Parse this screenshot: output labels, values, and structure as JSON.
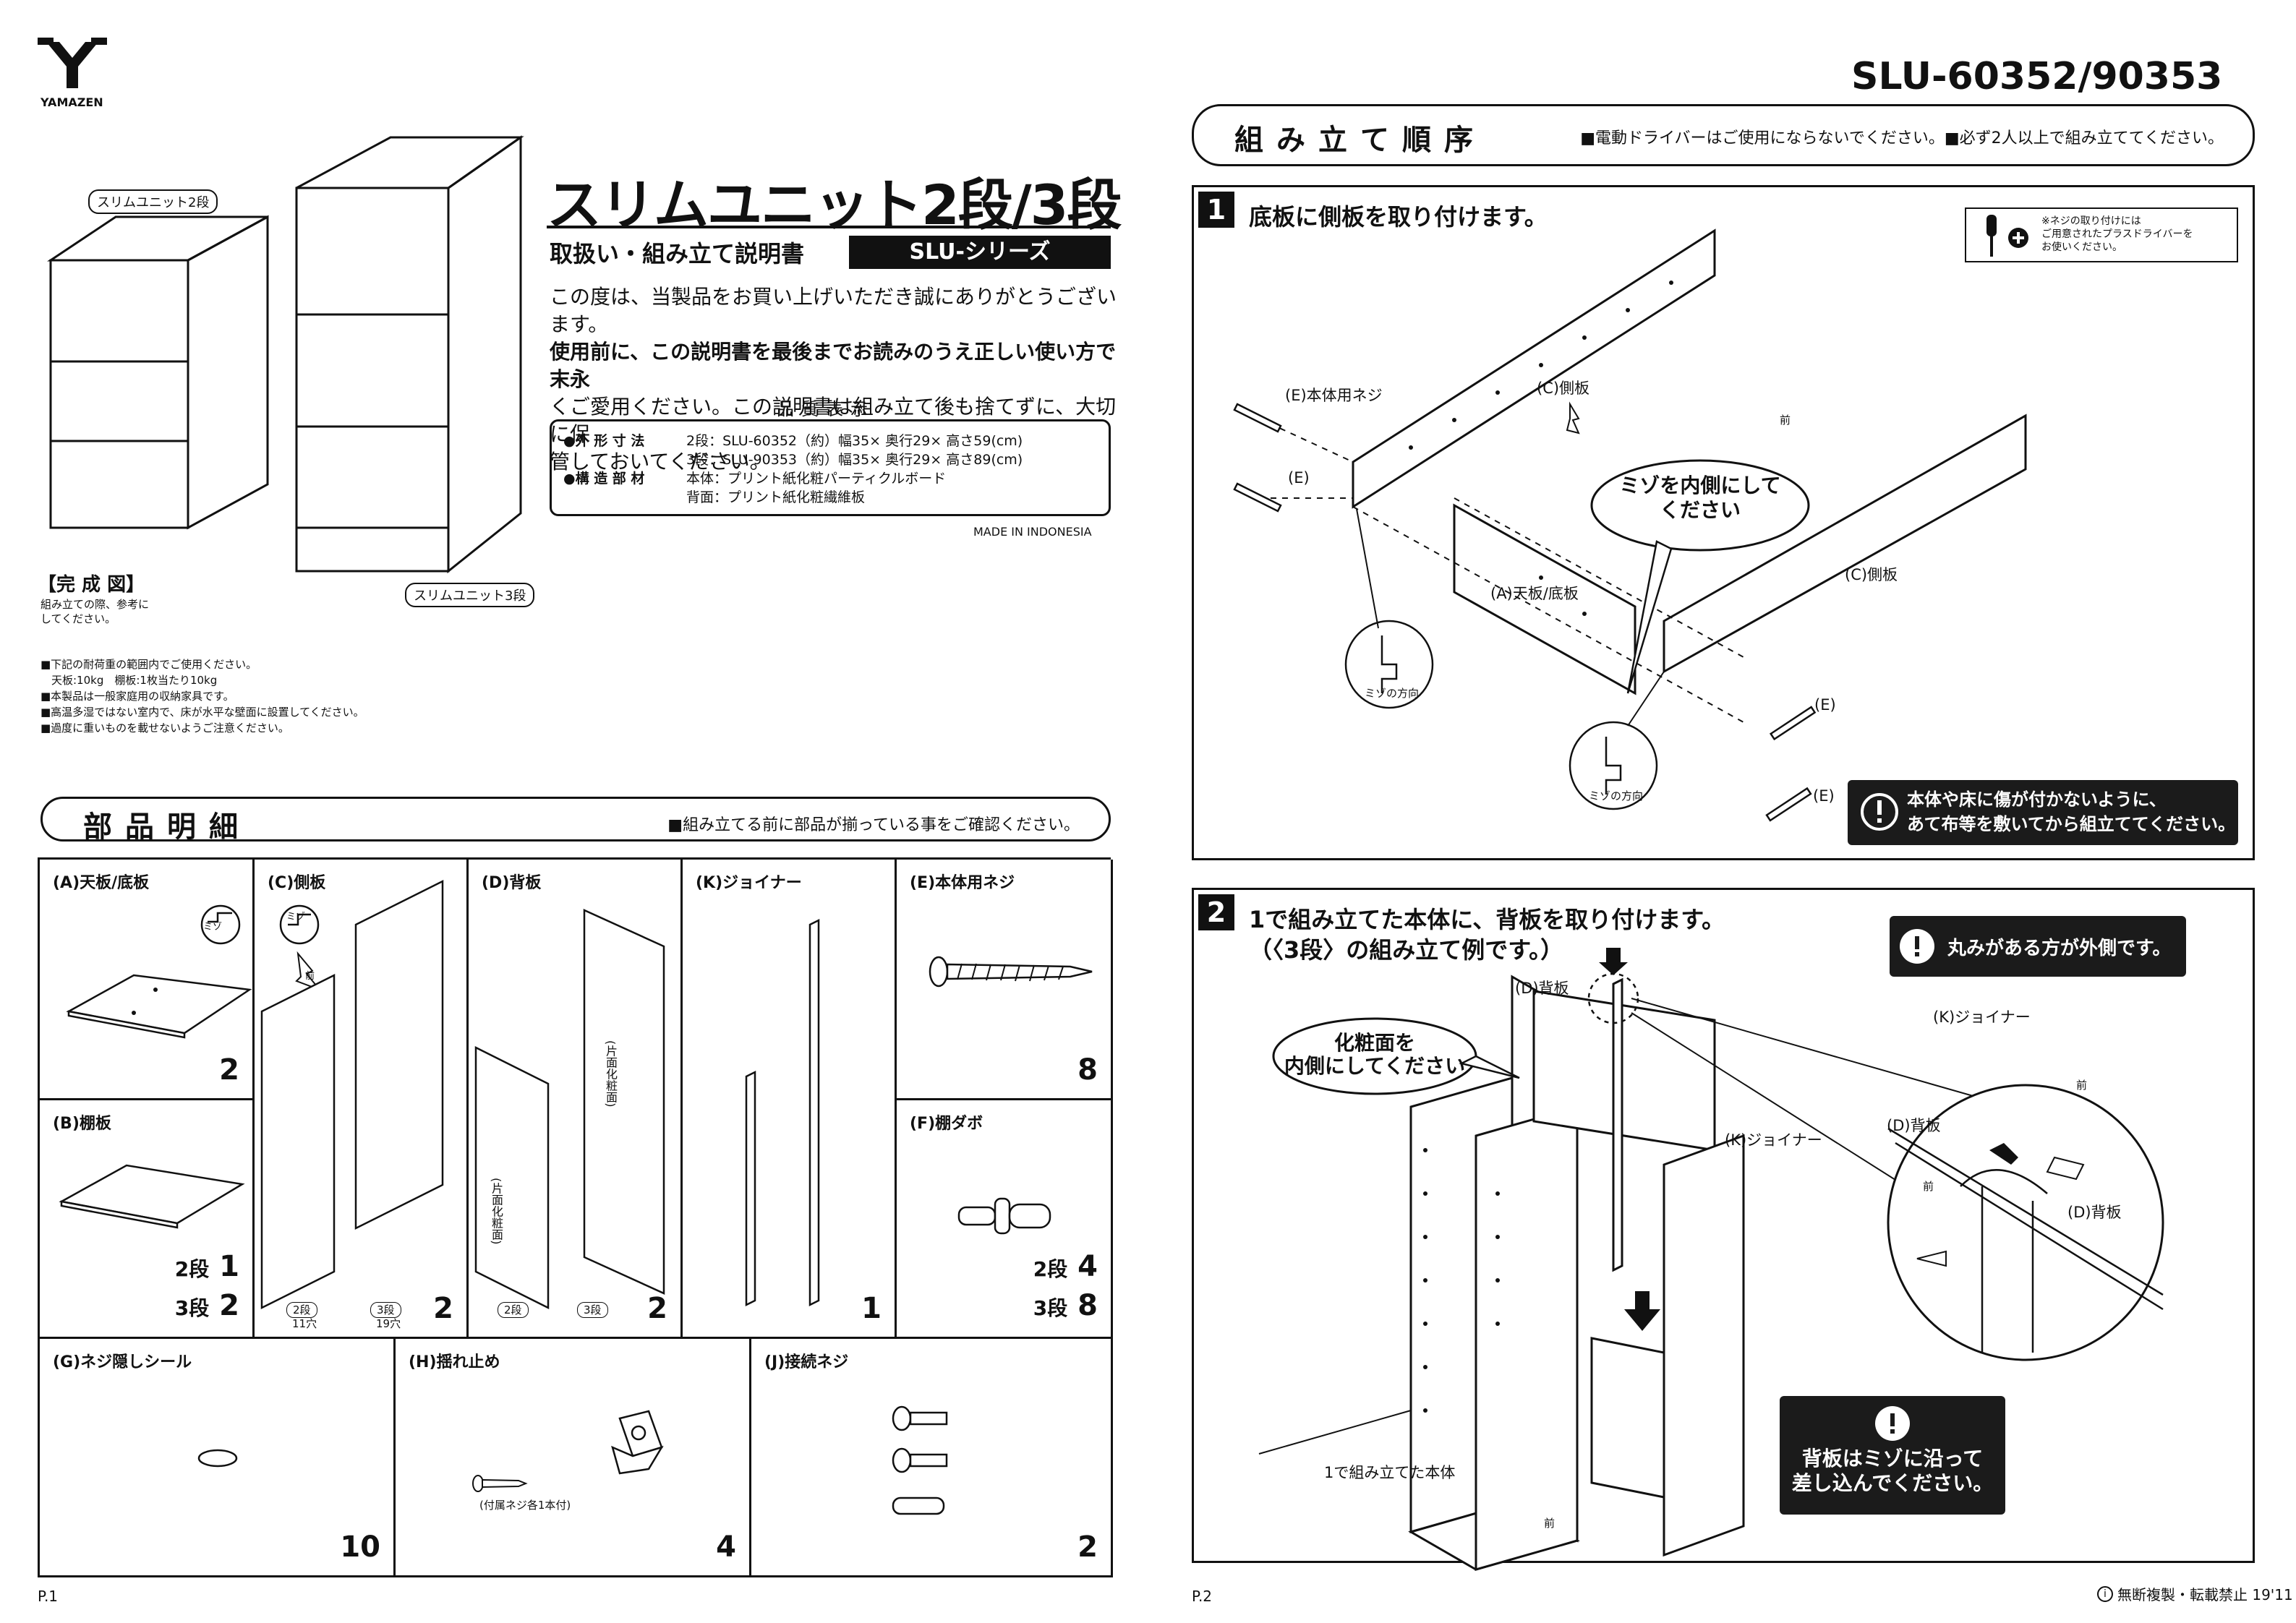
{
  "brand": {
    "name": "YAMAZEN"
  },
  "model": "SLU-60352/90353",
  "title": {
    "main": "スリムユニット2段/3段",
    "sub": "取扱い・組み立て説明書",
    "series": "SLU-シリーズ"
  },
  "intro": {
    "l1": "この度は、当製品をお買い上げいただき誠にありがとうございます。",
    "l2": "使用前に、この説明書を最後までお読みのうえ正しい使い方で末永",
    "l3": "くご愛用ください。この説明書は組み立て後も捨てずに、大切に保",
    "l4": "管しておいてください。"
  },
  "quality": {
    "heading": "品質表示",
    "k1": "●外 形 寸 法",
    "v1a": "2段：SLU-60352（約）幅35× 奥行29× 高さ59(cm)",
    "v1b": "3段：SLU-90353（約）幅35× 奥行29× 高さ89(cm)",
    "k2": "●構 造 部 材",
    "v2a": "本体：プリント紙化粧パーティクルボード",
    "v2b": "背面：プリント紙化粧繊維板"
  },
  "made_in": "MADE IN INDONESIA",
  "figure": {
    "label2": "スリムユニット2段",
    "label3": "スリムユニット3段",
    "title": "【完 成 図】",
    "note1": "組み立ての際、参考に",
    "note2": "してください。"
  },
  "notes": [
    "■下記の耐荷重の範囲内でご使用ください。",
    "　天板:10kg　棚板:1枚当たり10kg",
    "■本製品は一般家庭用の収納家具です。",
    "■高温多湿ではない室内で、床が水平な壁面に設置してください。",
    "■過度に重いものを載せないようご注意ください。"
  ],
  "parts_section": {
    "title": "部品明細",
    "note": "■組み立てる前に部品が揃っている事をご確認ください。"
  },
  "parts": {
    "a": {
      "label": "(A)天板/底板",
      "qty": "2",
      "mizo": "ミゾ"
    },
    "b": {
      "label": "(B)棚板",
      "q2": "2段",
      "n2": "1",
      "q3": "3段",
      "n3": "2"
    },
    "c": {
      "label": "(C)側板",
      "qty": "2",
      "mizo": "ミゾ",
      "front": "前",
      "t2": "2段",
      "h2": "11穴",
      "t3": "3段",
      "h3": "19穴"
    },
    "d": {
      "label": "(D)背板",
      "qty": "2",
      "face": "(片面化粧面)",
      "t2": "2段",
      "t3": "3段"
    },
    "k": {
      "label": "(K)ジョイナー",
      "qty": "1"
    },
    "e": {
      "label": "(E)本体用ネジ",
      "qty": "8"
    },
    "f": {
      "label": "(F)棚ダボ",
      "q2": "2段",
      "n2": "4",
      "q3": "3段",
      "n3": "8"
    },
    "g": {
      "label": "(G)ネジ隠しシール",
      "qty": "10"
    },
    "h": {
      "label": "(H)揺れ止め",
      "qty": "4",
      "note": "(付属ネジ各1本付)"
    },
    "j": {
      "label": "(J)接続ネジ",
      "qty": "2"
    }
  },
  "page1": "P.1",
  "assembly": {
    "title": "組み立て順序",
    "note": "■電動ドライバーはご使用にならないでください。■必ず2人以上で組み立ててください。"
  },
  "step1": {
    "num": "1",
    "title": "底板に側板を取り付けます。",
    "driver_note1": "※ネジの取り付けには",
    "driver_note2": "ご用意されたプラスドライバーを",
    "driver_note3": "お使いください。",
    "screw_label": "(E)本体用ネジ",
    "e": "(E)",
    "side": "(C)側板",
    "board": "(A)天板/底板",
    "mizo_dir": "ミゾの方向",
    "callout1": "ミゾを内側にして",
    "callout2": "ください",
    "warn1": "本体や床に傷が付かないように、",
    "warn2": "あて布等を敷いてから組立ててください。",
    "front": "前"
  },
  "step2": {
    "num": "2",
    "title1": "1で組み立てた本体に、背板を取り付けます。",
    "title2": "（〈3段〉の組み立て例です。）",
    "back": "(D)背板",
    "joiner": "(K)ジョイナー",
    "callout1": "化粧面を",
    "callout2": "内側にしてください",
    "body": "1で組み立てた本体",
    "round": "丸みがある方が外側です。",
    "warn1": "背板はミゾに沿って",
    "warn2": "差し込んでください。",
    "front": "前"
  },
  "page2": "P.2",
  "copyright": "無断複製・転載禁止 19'11"
}
